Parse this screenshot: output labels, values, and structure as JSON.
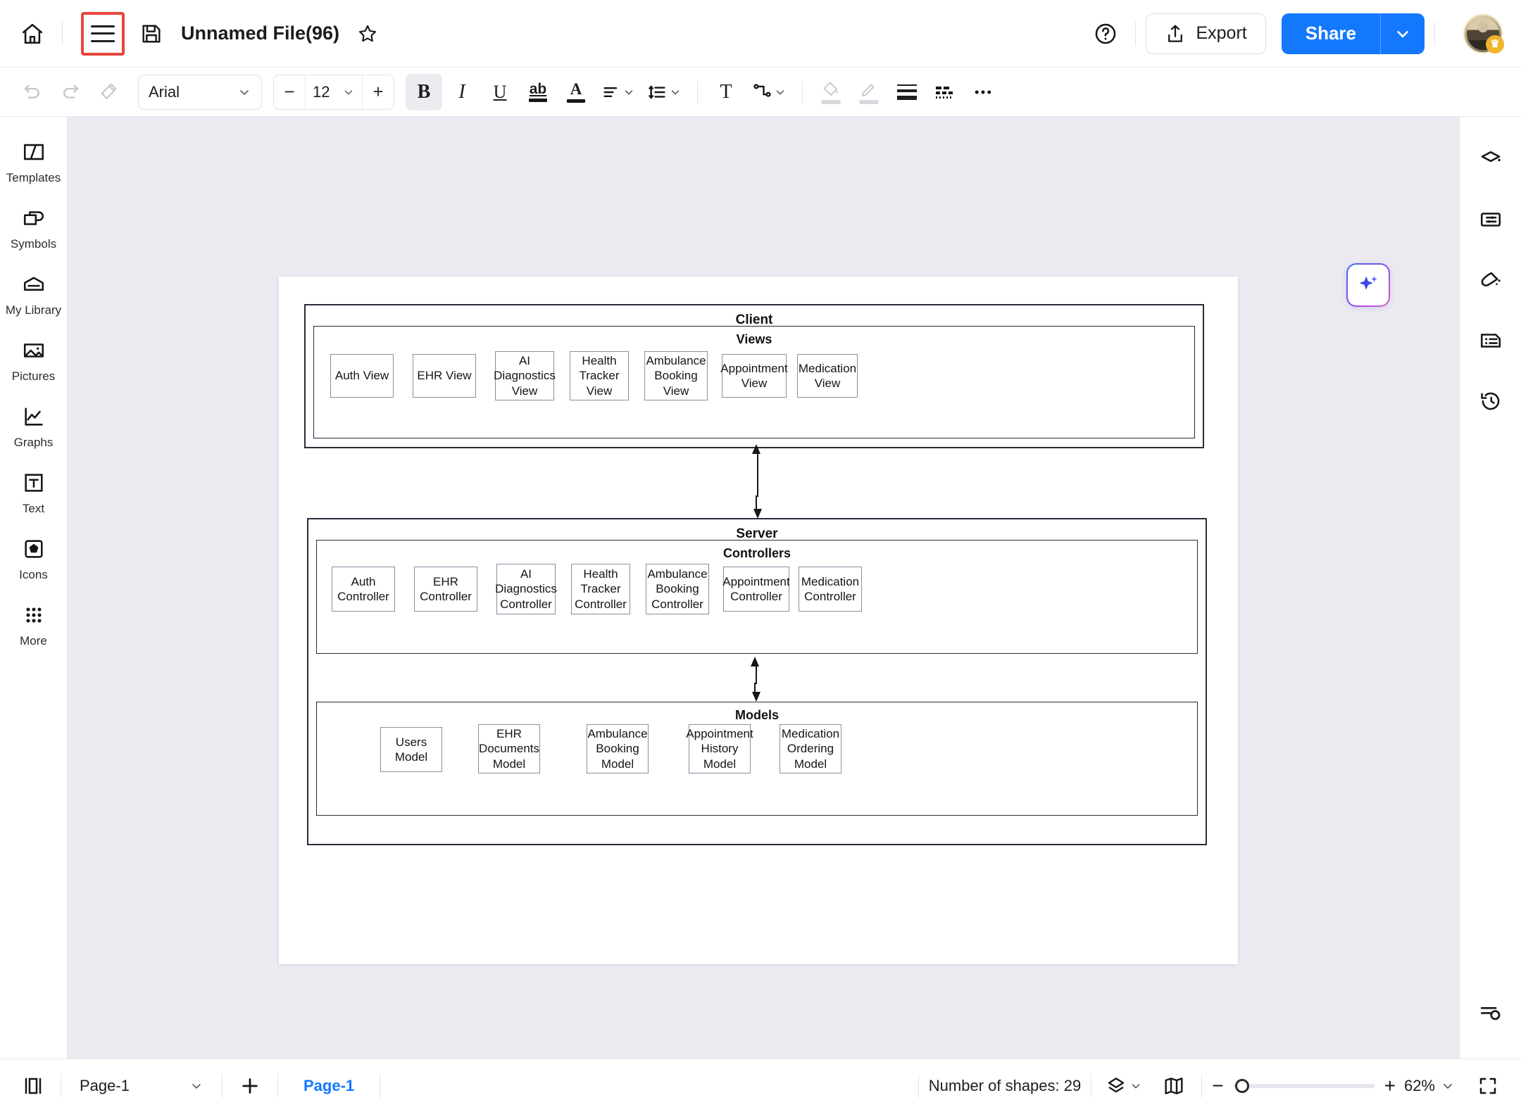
{
  "topbar": {
    "home_icon": "home-icon",
    "menu_icon": "hamburger-menu-icon",
    "save_icon": "save-icon",
    "file_title": "Unnamed File(96)",
    "favorite_icon": "star-icon",
    "help_icon": "help-circle-icon",
    "export_label": "Export",
    "export_icon": "share-up-icon",
    "share_label": "Share",
    "share_caret_icon": "chevron-down-icon",
    "avatar_badge": "crown-badge"
  },
  "toolbar": {
    "undo_icon": "undo-icon",
    "redo_icon": "redo-icon",
    "format_painter_icon": "format-painter-icon",
    "font_family": "Arial",
    "font_size": "12",
    "decrease_label": "−",
    "increase_label": "+",
    "bold_label": "B",
    "italic_label": "I",
    "underline_label": "U",
    "strikethrough_label": "ab",
    "font_color_label": "A",
    "align_icon": "text-align-icon",
    "line_spacing_icon": "line-spacing-icon",
    "text_tool_label": "T",
    "connector_icon": "connector-line-icon",
    "fill_icon": "fill-bucket-icon",
    "line_color_icon": "brush-icon",
    "line_weight_icon": "line-weight-icon",
    "line_style_icon": "line-style-dashed-icon",
    "more_icon": "more-horizontal-icon"
  },
  "left_rail": [
    {
      "label": "Templates",
      "icon": "templates-icon"
    },
    {
      "label": "Symbols",
      "icon": "symbols-icon"
    },
    {
      "label": "My Library",
      "icon": "my-library-icon"
    },
    {
      "label": "Pictures",
      "icon": "pictures-icon"
    },
    {
      "label": "Graphs",
      "icon": "graphs-icon"
    },
    {
      "label": "Text",
      "icon": "text-icon"
    },
    {
      "label": "Icons",
      "icon": "icons-icon"
    },
    {
      "label": "More",
      "icon": "more-grid-icon"
    }
  ],
  "right_rail": [
    {
      "icon": "fill-style-icon"
    },
    {
      "icon": "layout-settings-icon"
    },
    {
      "icon": "theme-magic-icon"
    },
    {
      "icon": "properties-panel-icon"
    },
    {
      "icon": "version-history-icon"
    },
    {
      "icon": "outline-panel-icon"
    }
  ],
  "ai_button": {
    "icon": "ai-sparkle-icon"
  },
  "bottombar": {
    "panel_toggle_icon": "side-panel-toggle-icon",
    "page_select": "Page-1",
    "add_page_icon": "plus-icon",
    "active_page_tab": "Page-1",
    "shapes_count": "Number of shapes: 29",
    "layers_icon": "layers-icon",
    "minimap_icon": "minimap-icon",
    "zoom_out_label": "−",
    "zoom_in_label": "+",
    "zoom_level": "62%",
    "fullscreen_icon": "fullscreen-icon"
  },
  "diagram": {
    "client": {
      "title": "Client",
      "views": {
        "title": "Views",
        "nodes": [
          "Auth View",
          "EHR View",
          "AI Diagnostics View",
          "Health Tracker View",
          "Ambulance Booking View",
          "Appointment View",
          "Medication View"
        ]
      }
    },
    "server": {
      "title": "Server",
      "controllers": {
        "title": "Controllers",
        "nodes": [
          "Auth Controller",
          "EHR Controller",
          "AI Diagnostics Controller",
          "Health Tracker Controller",
          "Ambulance Booking Controller",
          "Appointment Controller",
          "Medication Controller"
        ]
      },
      "models": {
        "title": "Models",
        "nodes": [
          "Users Model",
          "EHR Documents Model",
          "Ambulance Booking Model",
          "Appointment History Model",
          "Medication Ordering Model"
        ]
      }
    },
    "connectors": [
      {
        "from": "Views",
        "to": "Controllers",
        "type": "double-arrow"
      },
      {
        "from": "Controllers",
        "to": "Models",
        "type": "double-arrow"
      }
    ]
  },
  "colors": {
    "accent_blue": "#1478ff",
    "highlight_red": "#e8453c",
    "canvas_bg": "#eaeaf0",
    "shape_stroke": "#8c8ca0",
    "container_stroke": "#2b2b3a"
  }
}
